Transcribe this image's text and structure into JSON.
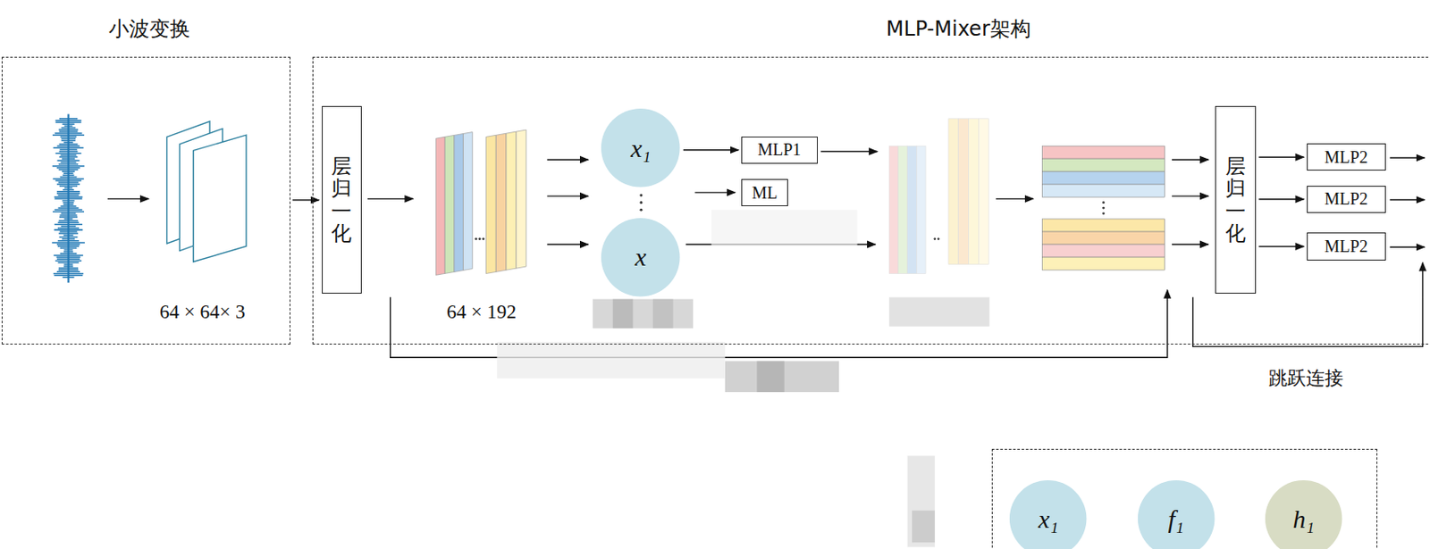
{
  "diagram": {
    "nodes": [
      {
        "text": [
          "小波变换"
        ]
      },
      {
        "text": [
          "MLP-Mixer架构"
        ]
      },
      {
        "text": [
          "层归一化"
        ],
        "in": 1
      },
      {
        "text": [
          "x₁"
        ],
        "in": 1
      },
      {
        "text": [
          "x"
        ],
        "in": 1
      },
      {
        "text": [
          "MLP1"
        ],
        "in": 1
      },
      {
        "text": [
          "ML"
        ],
        "in": 1
      },
      {
        "text": [
          "层归一化"
        ],
        "in": 1
      },
      {
        "text": [
          "MLP2"
        ],
        "in": 1
      },
      {
        "text": [
          "MLP2"
        ],
        "in": 1
      },
      {
        "text": [
          "MLP2"
        ],
        "in": 1
      },
      {
        "text": [
          "x₁",
          "f₁",
          "h₁"
        ]
      },
      {
        "text": [
          "x₁"
        ],
        "in": 11
      },
      {
        "text": [
          "f₁"
        ],
        "in": 11
      },
      {
        "text": [
          "h₁"
        ],
        "in": 11
      }
    ],
    "edges": [
      {
        "from": 0,
        "to": 2,
        "arrow": "to"
      },
      {
        "from": 3,
        "to": 5,
        "arrow": "to"
      },
      {
        "from": 7,
        "to": 8,
        "arrow": "to"
      },
      {
        "from": 7,
        "to": 9,
        "arrow": "to"
      },
      {
        "from": 7,
        "to": 10,
        "arrow": "to"
      }
    ],
    "labels": [
      "64 × 64× 3",
      "64 × 192",
      "跳跃连接"
    ]
  }
}
